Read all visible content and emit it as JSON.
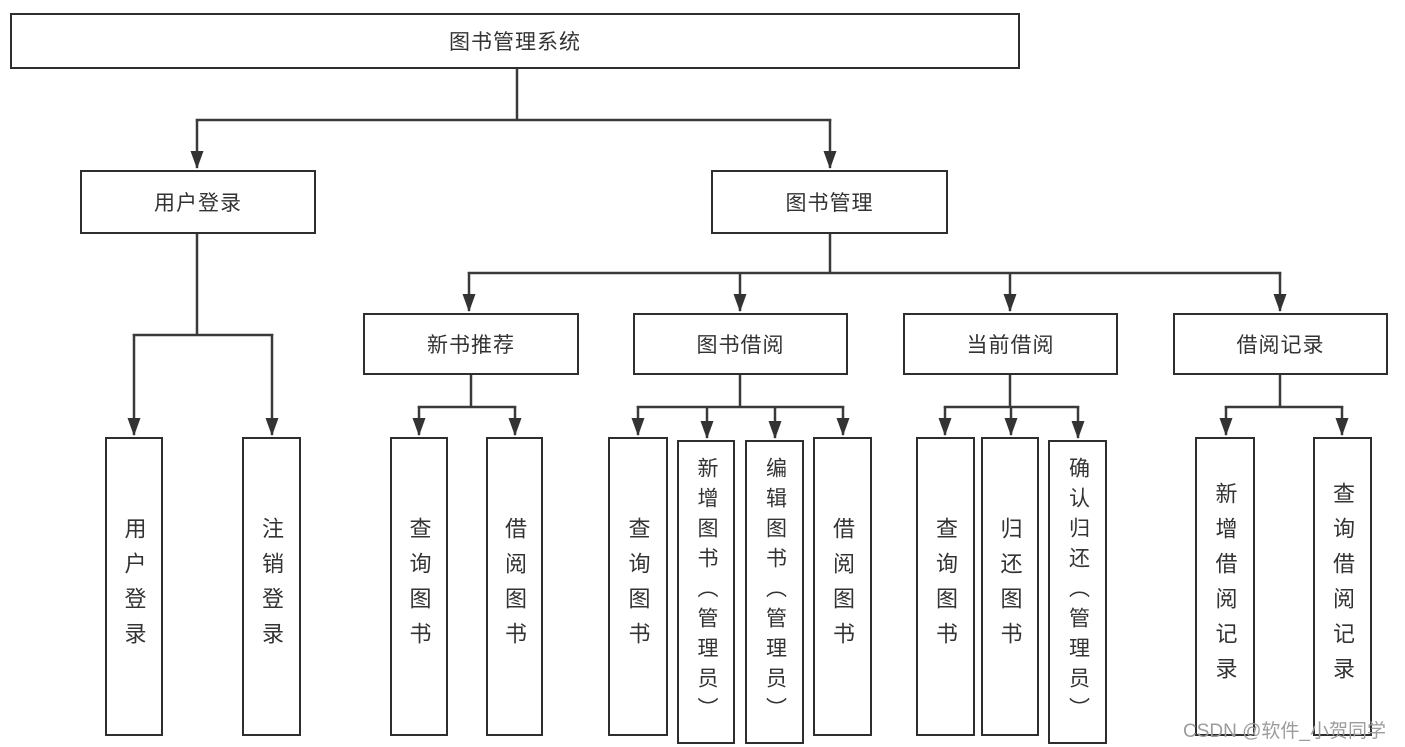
{
  "diagram": {
    "root": {
      "label": "图书管理系统"
    },
    "level2": [
      {
        "label": "用户登录"
      },
      {
        "label": "图书管理"
      }
    ],
    "level3": [
      {
        "label": "新书推荐"
      },
      {
        "label": "图书借阅"
      },
      {
        "label": "当前借阅"
      },
      {
        "label": "借阅记录"
      }
    ],
    "leaves": {
      "user_login": [
        {
          "label": "用户登录"
        },
        {
          "label": "注销登录"
        }
      ],
      "new_book_recommendation": [
        {
          "label": "查询图书"
        },
        {
          "label": "借阅图书"
        }
      ],
      "book_borrowing": [
        {
          "label": "查询图书"
        },
        {
          "label": "新增图书（管理员）"
        },
        {
          "label": "编辑图书（管理员）"
        },
        {
          "label": "借阅图书"
        }
      ],
      "current_borrowing": [
        {
          "label": "查询图书"
        },
        {
          "label": "归还图书"
        },
        {
          "label": "确认归还（管理员）"
        }
      ],
      "borrowing_records": [
        {
          "label": "新增借阅记录"
        },
        {
          "label": "查询借阅记录"
        }
      ]
    }
  },
  "watermark": {
    "text": "CSDN @软件_小贺同学"
  },
  "colors": {
    "background": "#ffffff",
    "box_border": "#2e2e2e",
    "line": "#3a3a3a",
    "text": "#333333",
    "watermark": "#9c9c9c"
  }
}
